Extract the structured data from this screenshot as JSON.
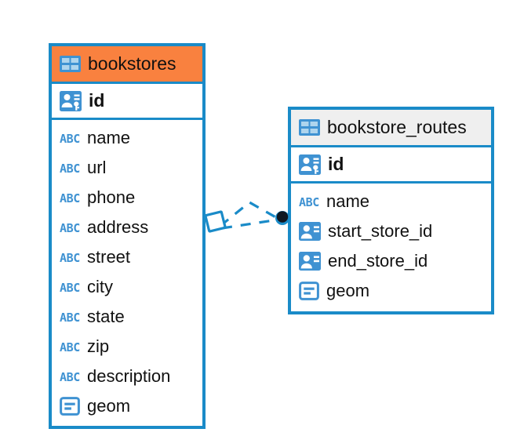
{
  "diagram": {
    "type": "entity-relationship-diagram",
    "colors": {
      "entity_border": "#1A8BC8",
      "header_accent": "#F9813F",
      "header_plain": "#EFEFEF",
      "icon_blue": "#3F92D2",
      "icon_blue_dark": "#1A8BC8",
      "relationship_line": "#1A8BC8",
      "text": "#111111",
      "background": "#FFFFFF"
    },
    "entities": [
      {
        "id": "bookstores",
        "title": "bookstores",
        "header_style": "accent",
        "title_icon": "table-icon",
        "primary_key": {
          "label": "id",
          "icon": "primary-key-icon"
        },
        "fields": [
          {
            "label": "name",
            "icon": "text-type-icon"
          },
          {
            "label": "url",
            "icon": "text-type-icon"
          },
          {
            "label": "phone",
            "icon": "text-type-icon"
          },
          {
            "label": "address",
            "icon": "text-type-icon"
          },
          {
            "label": "street",
            "icon": "text-type-icon"
          },
          {
            "label": "city",
            "icon": "text-type-icon"
          },
          {
            "label": "state",
            "icon": "text-type-icon"
          },
          {
            "label": "zip",
            "icon": "text-type-icon"
          },
          {
            "label": "description",
            "icon": "text-type-icon"
          },
          {
            "label": "geom",
            "icon": "geometry-type-icon"
          }
        ]
      },
      {
        "id": "bookstore_routes",
        "title": "bookstore_routes",
        "header_style": "plain",
        "title_icon": "table-icon",
        "primary_key": {
          "label": "id",
          "icon": "primary-key-icon"
        },
        "fields": [
          {
            "label": "name",
            "icon": "text-type-icon"
          },
          {
            "label": "start_store_id",
            "icon": "foreign-key-icon"
          },
          {
            "label": "end_store_id",
            "icon": "foreign-key-icon"
          },
          {
            "label": "geom",
            "icon": "geometry-type-icon"
          }
        ]
      }
    ],
    "relationships": [
      {
        "from": "bookstores",
        "to": "bookstore_routes",
        "style": "dashed",
        "source_marker": "diamond-marker",
        "target_marker": "dot-marker"
      }
    ]
  }
}
